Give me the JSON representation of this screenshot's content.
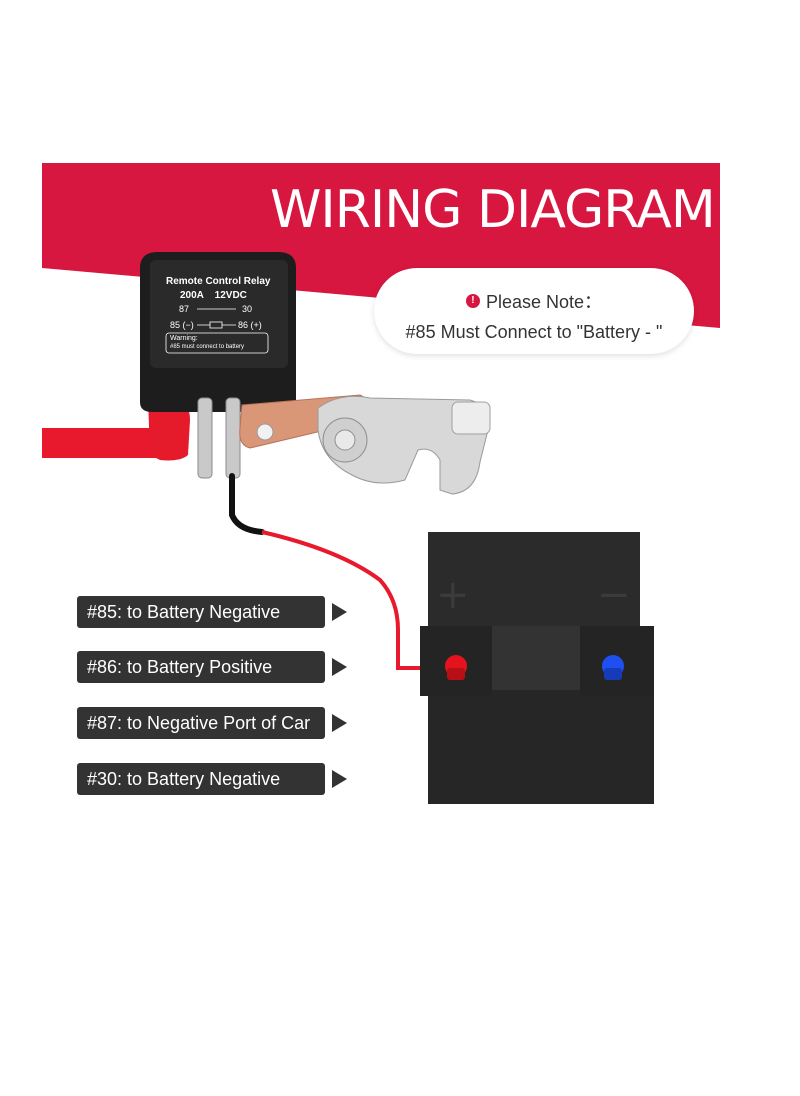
{
  "header": {
    "title": "WIRING DIAGRAM"
  },
  "note": {
    "heading": "Please Note：",
    "icon": "exclamation-icon",
    "text": "#85 Must Connect to \"Battery - \""
  },
  "relay": {
    "title": "Remote Control Relay",
    "rating": "200A    12VDC",
    "pin87": "87",
    "pin30": "30",
    "pin85": "85 (−)",
    "pin86": "86 (+)",
    "warning_title": "Warning:",
    "warning_text": "#85 must connect to battery"
  },
  "labels": [
    {
      "text": "#85: to Battery Negative"
    },
    {
      "text": "#86: to Battery Positive"
    },
    {
      "text": "#87: to Negative Port of Car"
    },
    {
      "text": "#30: to Battery Negative"
    }
  ],
  "battery": {
    "plus_symbol": "+",
    "minus_symbol": "−"
  },
  "colors": {
    "banner_red": "#d7173f",
    "cable_red": "#e8192c",
    "label_bg": "#333333",
    "battery_body": "#2b2b2b",
    "positive_terminal": "#e3141e",
    "negative_terminal": "#1f4ff0",
    "copper": "#d99778"
  }
}
